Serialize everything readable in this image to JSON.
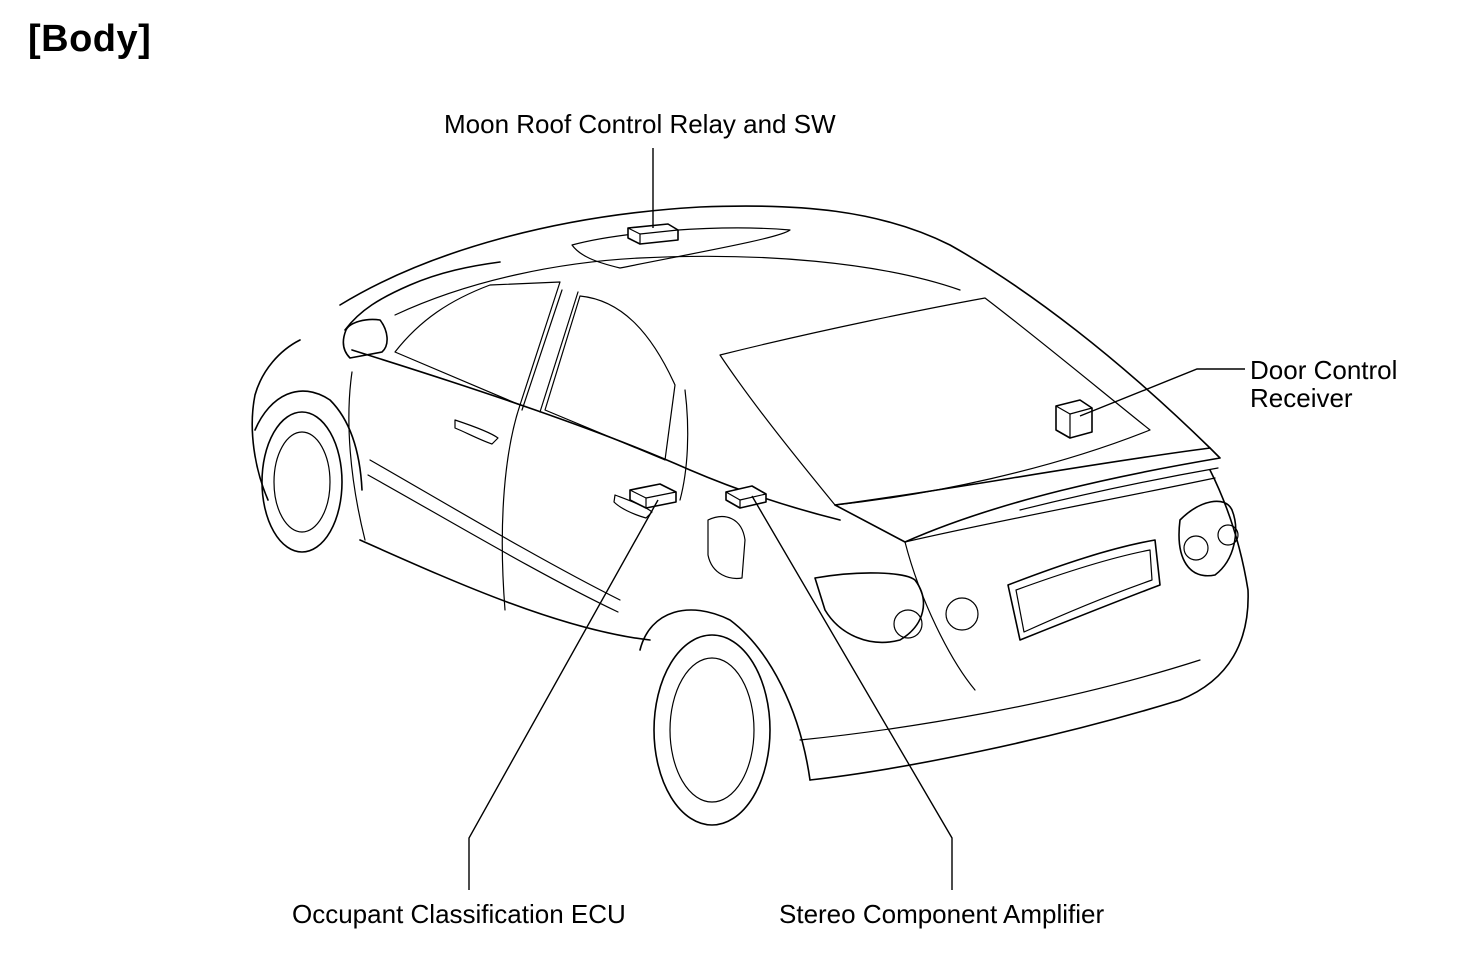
{
  "section_title": "[Body]",
  "callouts": {
    "moon_roof": "Moon Roof Control Relay and SW",
    "door_control_line1": "Door Control",
    "door_control_line2": "Receiver",
    "occupant": "Occupant Classification ECU",
    "stereo": "Stereo Component Amplifier"
  }
}
